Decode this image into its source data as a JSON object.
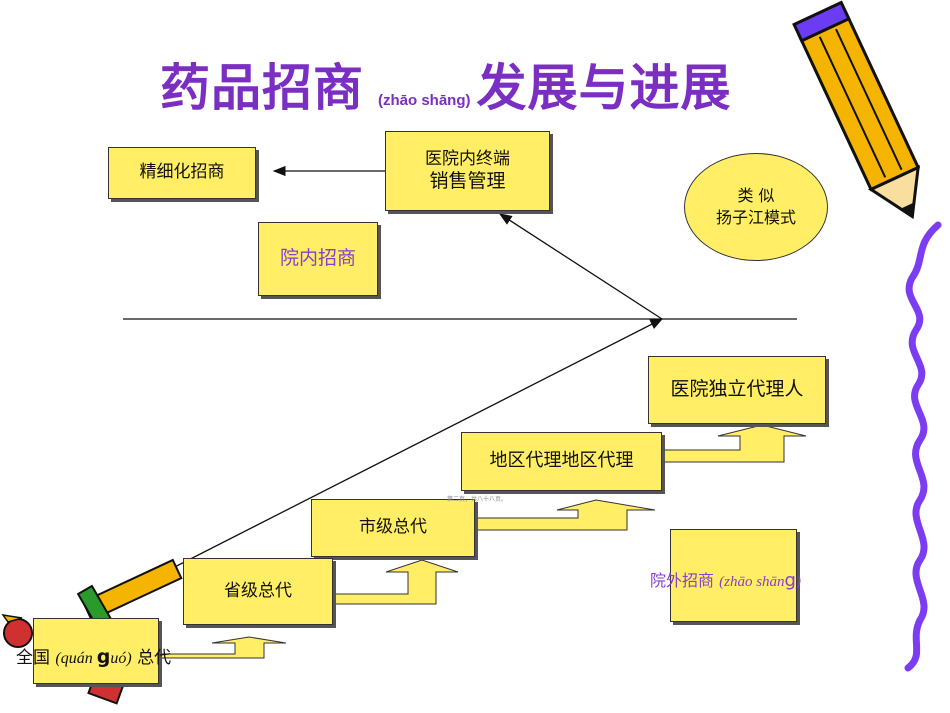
{
  "title": {
    "main": "药品招商",
    "pinyin": "(zhāo shāng)",
    "tail": "发展与进展"
  },
  "boxes": {
    "refined": "精细化招商",
    "terminal_line1": "医院内终端",
    "terminal_line2": "销售管理",
    "in_hospital": "院内招商",
    "similar_line1": "类  似",
    "similar_line2": "扬子江模式",
    "independent_agent": "医院独立代理人",
    "regional_agent": "地区代理地区代理",
    "city_agent": "市级总代",
    "province_agent": "省级总代",
    "national_agent_a": "全国",
    "national_agent_pinyin_a": "(quán ",
    "national_agent_pinyin_g": "g",
    "national_agent_pinyin_b": "uó)",
    "national_agent_b": " 总代",
    "out_hospital_a": "院外招商",
    "out_hospital_pinyin_a": "(zhāo shān",
    "out_hospital_pinyin_g": "g",
    "out_hospital_pinyin_b": ")"
  },
  "footer_note": "第二页，共八十八页。",
  "colors": {
    "box_fill": "#ffee66",
    "title": "#7b2fc2",
    "border_wave": "#7b3cf2"
  }
}
